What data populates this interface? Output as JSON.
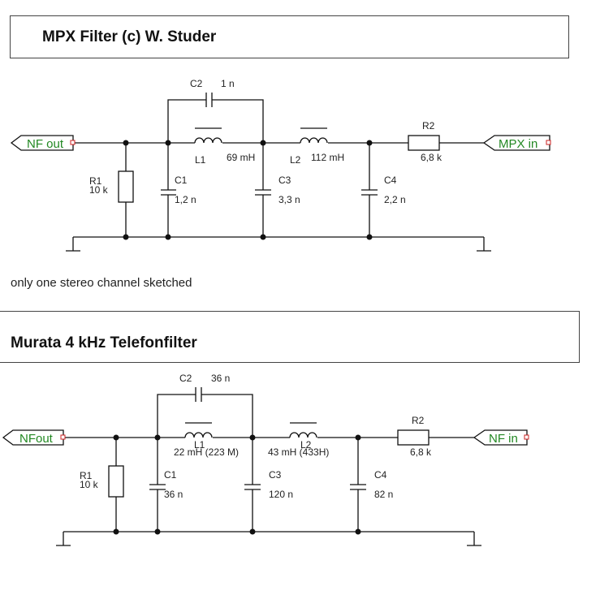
{
  "sections": [
    {
      "title": "MPX Filter (c) W. Studer",
      "note": "only one stereo channel sketched",
      "ports": {
        "out": "NF out",
        "in": "MPX in"
      },
      "components": {
        "C2": {
          "name": "C2",
          "value": "1 n"
        },
        "L1": {
          "name": "L1",
          "value": "69 mH"
        },
        "L2": {
          "name": "L2",
          "value": "112 mH"
        },
        "R2": {
          "name": "R2",
          "value": "6,8 k"
        },
        "R1": {
          "name": "R1",
          "value": "10 k"
        },
        "C1": {
          "name": "C1",
          "value": "1,2 n"
        },
        "C3": {
          "name": "C3",
          "value": "3,3 n"
        },
        "C4": {
          "name": "C4",
          "value": "2,2 n"
        }
      }
    },
    {
      "title": "Murata 4 kHz Telefonfilter",
      "ports": {
        "out": "NFout",
        "in": "NF in"
      },
      "components": {
        "C2": {
          "name": "C2",
          "value": "36 n"
        },
        "L1": {
          "name": "L1",
          "value": "22 mH (223 M)"
        },
        "L2": {
          "name": "L2",
          "value": "43 mH (433H)"
        },
        "R2": {
          "name": "R2",
          "value": "6,8 k"
        },
        "R1": {
          "name": "R1",
          "value": "10 k"
        },
        "C1": {
          "name": "C1",
          "value": "36 n"
        },
        "C3": {
          "name": "C3",
          "value": "120 n"
        },
        "C4": {
          "name": "C4",
          "value": "82 n"
        }
      }
    }
  ]
}
